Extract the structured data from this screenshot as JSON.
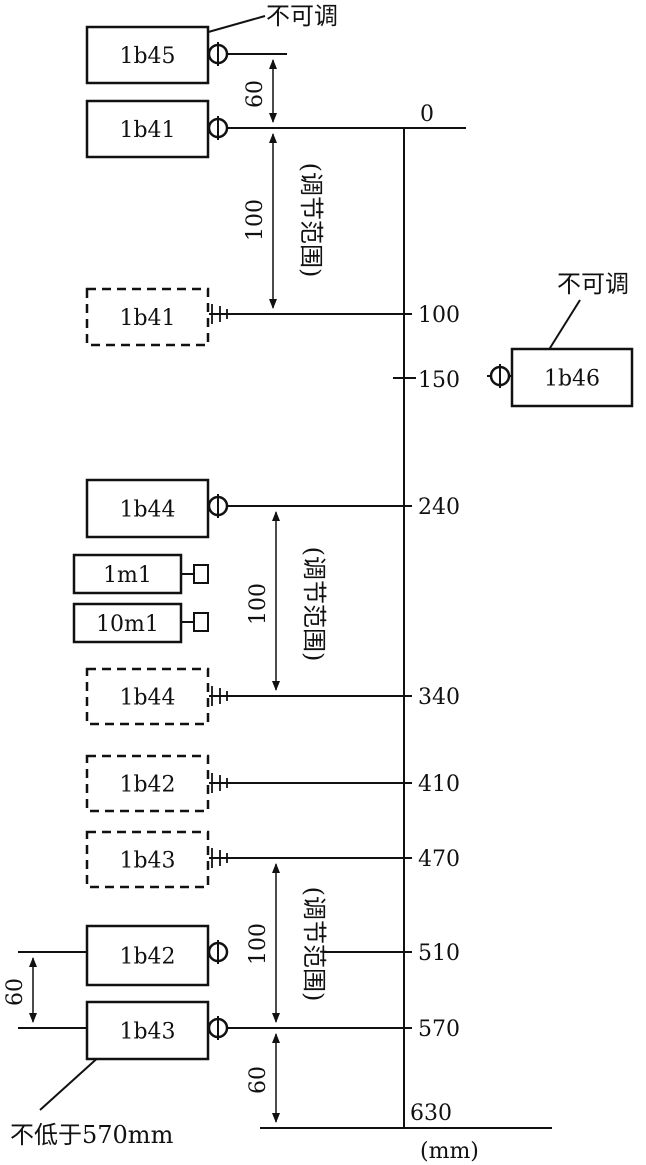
{
  "unit": "(mm)",
  "axis_ticks": [
    {
      "id": "t0",
      "label": "0"
    },
    {
      "id": "t100",
      "label": "100"
    },
    {
      "id": "t150",
      "label": "150"
    },
    {
      "id": "t240",
      "label": "240"
    },
    {
      "id": "t340",
      "label": "340"
    },
    {
      "id": "t410",
      "label": "410"
    },
    {
      "id": "t470",
      "label": "470"
    },
    {
      "id": "t510",
      "label": "510"
    },
    {
      "id": "t570",
      "label": "570"
    },
    {
      "id": "t630",
      "label": "630"
    }
  ],
  "switches": [
    {
      "id": "b45",
      "label": "1b45",
      "style": "solid"
    },
    {
      "id": "b41",
      "label": "1b41",
      "style": "solid"
    },
    {
      "id": "b41d",
      "label": "1b41",
      "style": "dashed"
    },
    {
      "id": "b46",
      "label": "1b46",
      "style": "solid"
    },
    {
      "id": "b44",
      "label": "1b44",
      "style": "solid"
    },
    {
      "id": "m1",
      "label": "1m1",
      "style": "solid"
    },
    {
      "id": "m10",
      "label": "10m1",
      "style": "solid"
    },
    {
      "id": "b44d",
      "label": "1b44",
      "style": "dashed"
    },
    {
      "id": "b42d",
      "label": "1b42",
      "style": "dashed"
    },
    {
      "id": "b43d",
      "label": "1b43",
      "style": "dashed"
    },
    {
      "id": "b42",
      "label": "1b42",
      "style": "solid"
    },
    {
      "id": "b43",
      "label": "1b43",
      "style": "solid"
    }
  ],
  "dimensions": {
    "d60_top": "60",
    "d100_a": "100",
    "d100_b": "100",
    "d100_c": "100",
    "d60_left": "60",
    "d60_bottom": "60"
  },
  "annotations": {
    "not_adjustable_1": "不可调",
    "not_adjustable_2": "不可调",
    "range_1": "(调节范围)",
    "range_2": "(调节范围)",
    "range_3": "(调节范围)",
    "min_note": "不低于570mm"
  }
}
